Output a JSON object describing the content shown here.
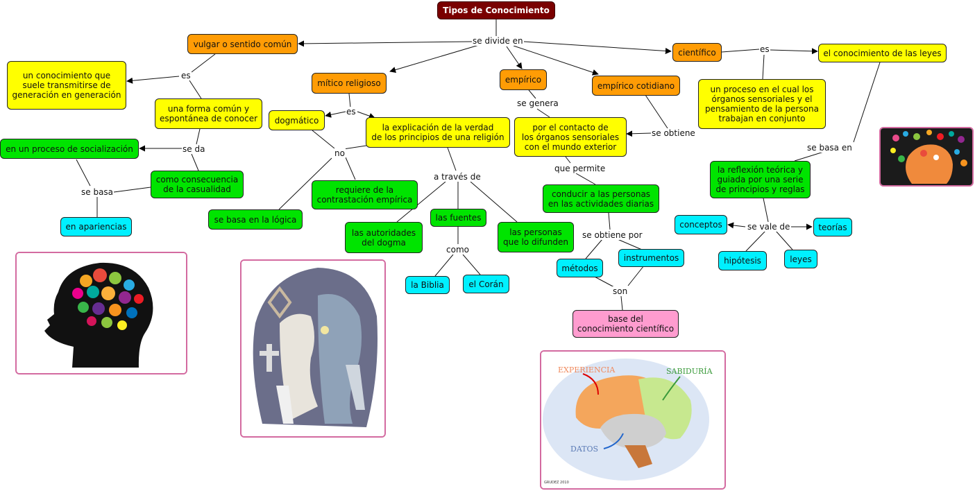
{
  "title": "Tipos de Conocimiento",
  "labels": {
    "se_divide_en": "se divide en",
    "es_1": "es",
    "es_2": "es",
    "es_3": "es",
    "se_da": "se da",
    "se_basa_1": "se basa",
    "no": "no",
    "a_traves_de": "a través de",
    "como": "como",
    "se_genera": "se genera",
    "que_permite": "que permite",
    "se_obtiene_por": "se obtiene por",
    "son": "son",
    "se_obtiene": "se obtiene",
    "se_basa_en": "se basa en",
    "se_vale_de": "se vale de"
  },
  "nodes": {
    "vulgar": "vulgar o sentido común",
    "conocimiento_transmitirse": "un conocimiento que\nsuele transmitirse de\ngeneración en generación",
    "forma_comun": "una forma común y\nespontánea de conocer",
    "proceso_socializacion": "en un proceso de socialización",
    "consecuencia_casualidad": "como consecuencia\nde la casualidad",
    "apariencias": "en apariencias",
    "mitico": "mítico religioso",
    "dogmatico": "dogmático",
    "explicacion_verdad": "la explicación de la verdad\nde los principios de una religión",
    "contrastacion": "requiere de la\ncontrastación empírica",
    "logica": "se basa en la lógica",
    "autoridades": "las autoridades\ndel dogma",
    "fuentes": "las fuentes",
    "personas_difunden": "las personas\nque lo difunden",
    "biblia": "la Biblia",
    "coran": "el Corán",
    "empirico": "empírico",
    "empirico_cotidiano": "empírico cotidiano",
    "contacto_organos": "por el contacto de\nlos órganos sensoriales\ncon el mundo exterior",
    "conducir_personas": "conducir a las personas\nen las actividades diarias",
    "metodos": "métodos",
    "instrumentos": "instrumentos",
    "base_cientifico": "base del\nconocimiento científico",
    "cientifico": "científico",
    "conocimiento_leyes": "el conocimiento de las leyes",
    "proceso_organos": "un proceso en el cual los\nórganos sensoriales y el\npensamiento de la persona\ntrabajan en conjunto",
    "reflexion_teorica": "la reflexión teórica y\nguiada por una serie\nde principios y reglas",
    "conceptos": "conceptos",
    "teorias": "teorías",
    "hipotesis": "hipótesis",
    "leyes": "leyes"
  },
  "images": {
    "brain_text": {
      "experiencia": "EXPERIENCIA",
      "sabiduria": "SABIDURÍA",
      "datos": "DATOS",
      "credit": "GRUDEZ 2010"
    }
  },
  "colors": {
    "title": "#7a0000",
    "orange": "#ff9c05",
    "yellow": "#ffff00",
    "green": "#00e400",
    "cyan": "#00f0ff",
    "pink": "#ff9ccf",
    "image_border": "#d36aa0"
  }
}
